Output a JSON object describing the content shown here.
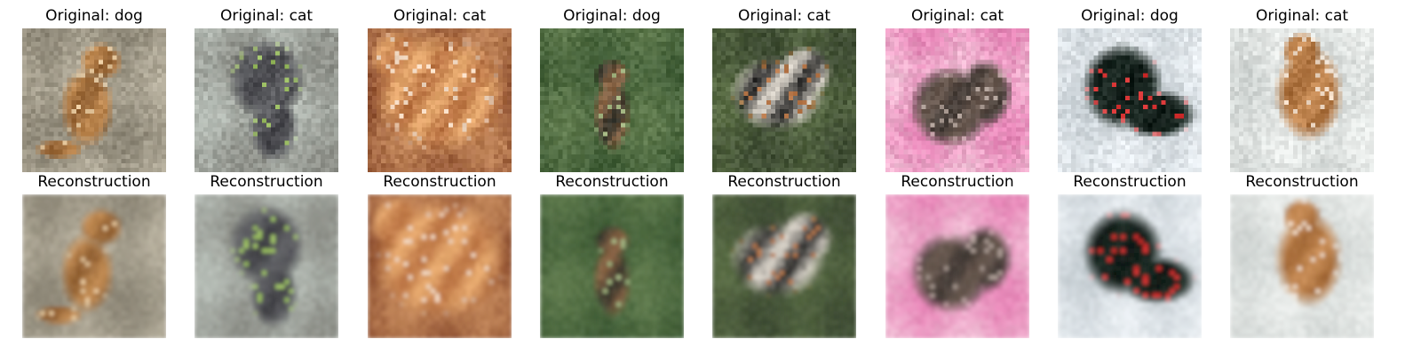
{
  "figure": {
    "row_titles": {
      "original_prefix": "Original: ",
      "reconstruction": "Reconstruction"
    },
    "panels": [
      {
        "label": "dog",
        "palette": {
          "bg": "#b8b19f",
          "bg2": "#8d8777",
          "fg": "#c08a52",
          "fg2": "#8a5a2d",
          "accent": "#e7c89d"
        },
        "subject": "dog-sitting"
      },
      {
        "label": "cat",
        "palette": {
          "bg": "#8d8f88",
          "bg2": "#b6bdb6",
          "fg": "#5f6064",
          "fg2": "#3f3f44",
          "accent": "#9cbf63"
        },
        "subject": "cat-on-fence"
      },
      {
        "label": "cat",
        "palette": {
          "bg": "#bf8357",
          "bg2": "#8a4c2e",
          "fg": "#e7aa6f",
          "fg2": "#b46b3c",
          "accent": "#f2d9c2"
        },
        "subject": "cat-closeup"
      },
      {
        "label": "dog",
        "palette": {
          "bg": "#5f7a4d",
          "bg2": "#3f5c36",
          "fg": "#8b6545",
          "fg2": "#2b2f29",
          "accent": "#a8ba86"
        },
        "subject": "dog-in-grass"
      },
      {
        "label": "cat",
        "palette": {
          "bg": "#5a6d45",
          "bg2": "#3f4d34",
          "fg": "#d6d0c6",
          "fg2": "#1a1a1a",
          "accent": "#b9794b"
        },
        "subject": "calico-lying"
      },
      {
        "label": "cat",
        "palette": {
          "bg": "#f1bfd6",
          "bg2": "#e686b7",
          "fg": "#6a5a51",
          "fg2": "#3d3632",
          "accent": "#a99a92"
        },
        "subject": "cat-on-pink"
      },
      {
        "label": "dog",
        "palette": {
          "bg": "#e9eef2",
          "bg2": "#c9d1d6",
          "fg": "#1c2a24",
          "fg2": "#0f1915",
          "accent": "#d43131"
        },
        "subject": "black-dog"
      },
      {
        "label": "cat",
        "palette": {
          "bg": "#e9ecea",
          "bg2": "#cfd4d2",
          "fg": "#c78c56",
          "fg2": "#a06634",
          "accent": "#efd9c4"
        },
        "subject": "orange-cat"
      }
    ]
  }
}
